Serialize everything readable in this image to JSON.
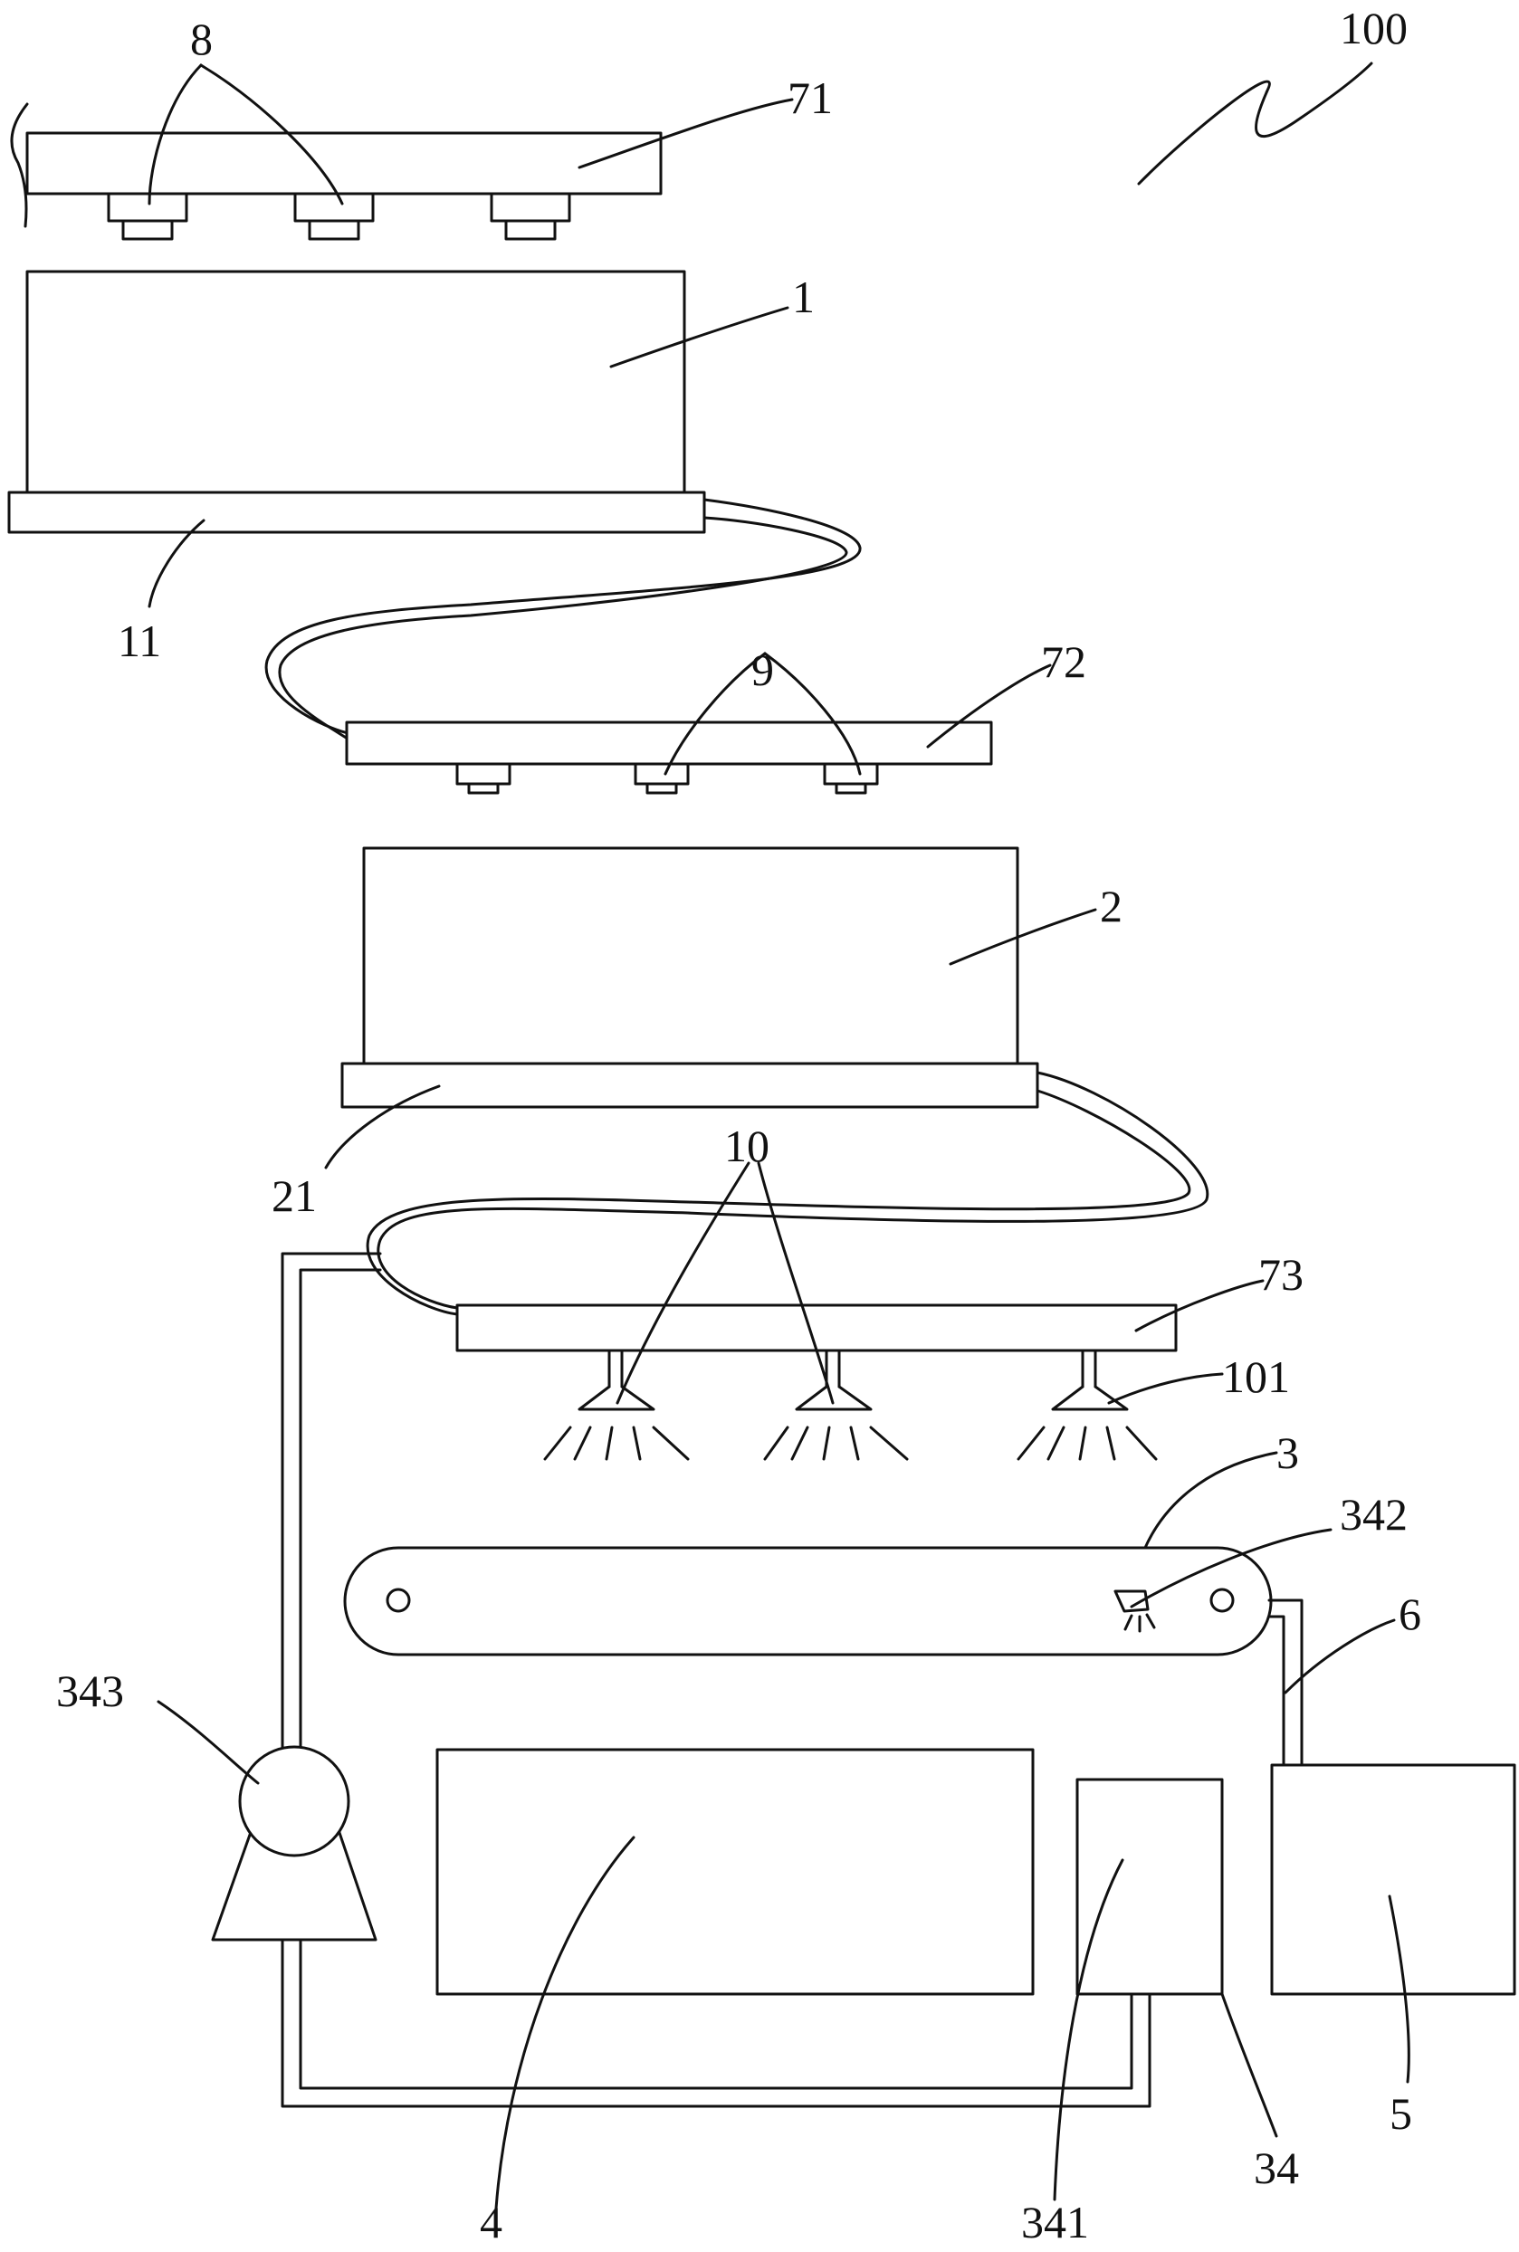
{
  "labels": {
    "l100": "100",
    "l8": "8",
    "l71": "71",
    "l1": "1",
    "l11": "11",
    "l9": "9",
    "l72": "72",
    "l2": "2",
    "l21": "21",
    "l10": "10",
    "l73": "73",
    "l101": "101",
    "l3": "3",
    "l342": "342",
    "l6": "6",
    "l343": "343",
    "l4": "4",
    "l341": "341",
    "l34": "34",
    "l5": "5"
  },
  "colors": {
    "stroke": "#111111",
    "background": "#ffffff"
  }
}
